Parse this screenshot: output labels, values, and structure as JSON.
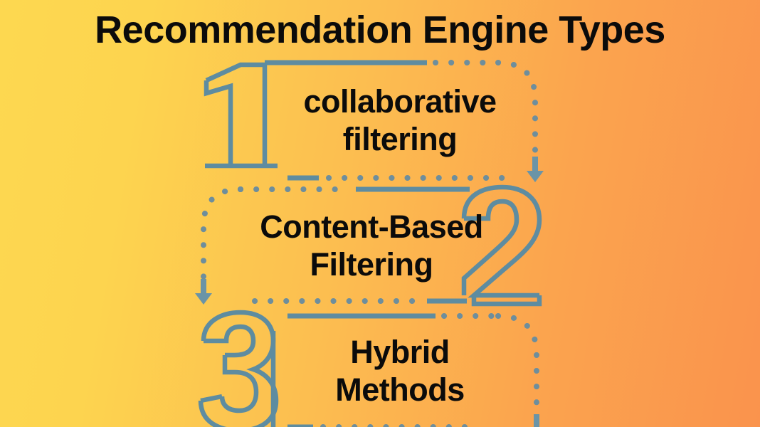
{
  "title": "Recommendation Engine Types",
  "theme": {
    "gradient_start": "#FDD850",
    "gradient_end": "#FA934D",
    "accent": "#5E8CA0",
    "text_color": "#0B0B0B"
  },
  "items": [
    {
      "number": "1",
      "label_line_1": "collaborative",
      "label_line_2": "filtering",
      "number_side": "left",
      "arrow_side": "right"
    },
    {
      "number": "2",
      "label_line_1": "Content-Based",
      "label_line_2": "Filtering",
      "number_side": "right",
      "arrow_side": "left"
    },
    {
      "number": "3",
      "label_line_1": "Hybrid",
      "label_line_2": "Methods",
      "number_side": "left",
      "arrow_side": "right"
    }
  ]
}
